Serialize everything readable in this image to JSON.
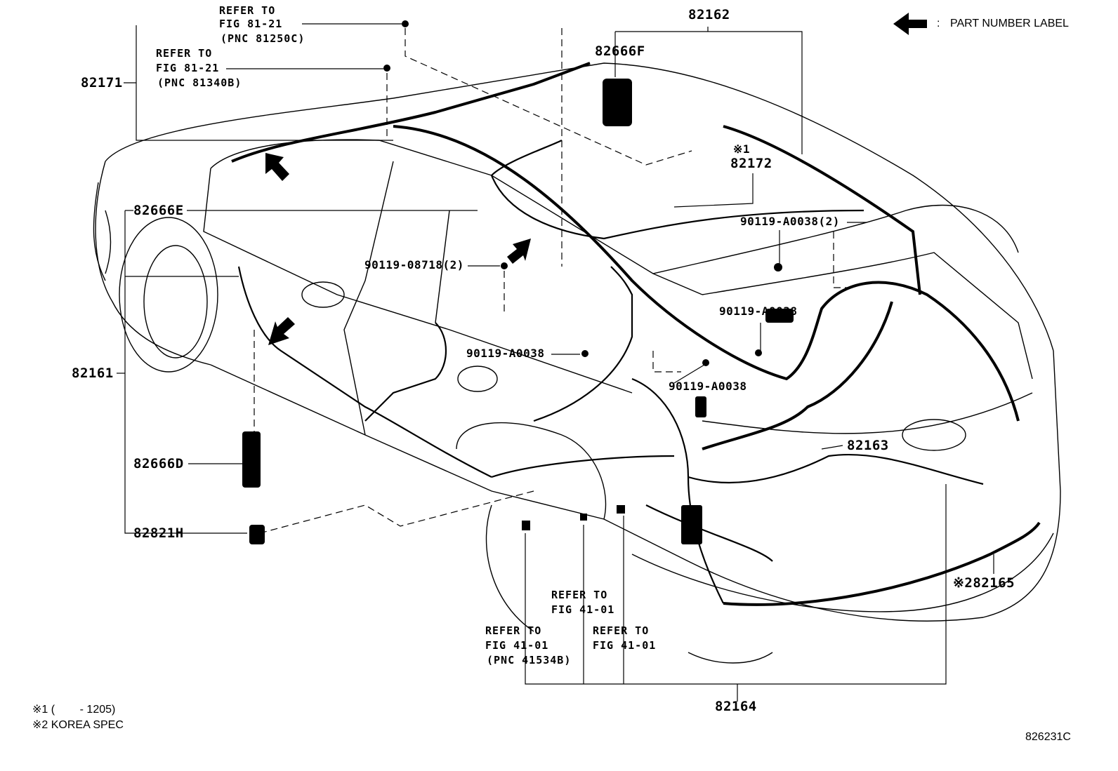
{
  "legend": {
    "separator": ":",
    "label": "PART NUMBER LABEL"
  },
  "parts": {
    "p82162": "82162",
    "p82666F": "82666F",
    "p82171": "82171",
    "p82172_mark": "※1",
    "p82172": "82172",
    "p82666E": "82666E",
    "p90119_A0038_2": "90119-A0038(2)",
    "p90119_08718_2": "90119-08718(2)",
    "p90119_A0038_a": "90119-A0038",
    "p90119_A0038_b": "90119-A0038",
    "p90119_A0038_c": "90119-A0038",
    "p82161": "82161",
    "p82666D": "82666D",
    "p82163": "82163",
    "p82821H": "82821H",
    "p82165": "※282165",
    "p82164": "82164"
  },
  "refs": {
    "ref1": {
      "line1": "REFER TO",
      "line2": "FIG 81-21",
      "line3": "(PNC 81250C)"
    },
    "ref2": {
      "line1": "REFER TO",
      "line2": "FIG 81-21",
      "line3": "(PNC 81340B)"
    },
    "ref3": {
      "line1": "REFER TO",
      "line2": "FIG 41-01"
    },
    "ref4": {
      "line1": "REFER TO",
      "line2": "FIG 41-01",
      "line3": "(PNC 41534B)"
    },
    "ref5": {
      "line1": "REFER TO",
      "line2": "FIG 41-01"
    }
  },
  "notes": {
    "note1": "※1 (        - 1205)",
    "note2": "※2 KOREA SPEC"
  },
  "figure_code": "826231C",
  "colors": {
    "line": "#000000",
    "background": "#ffffff"
  },
  "icons": {
    "legend_arrow": "part-number-label-arrow-icon"
  }
}
